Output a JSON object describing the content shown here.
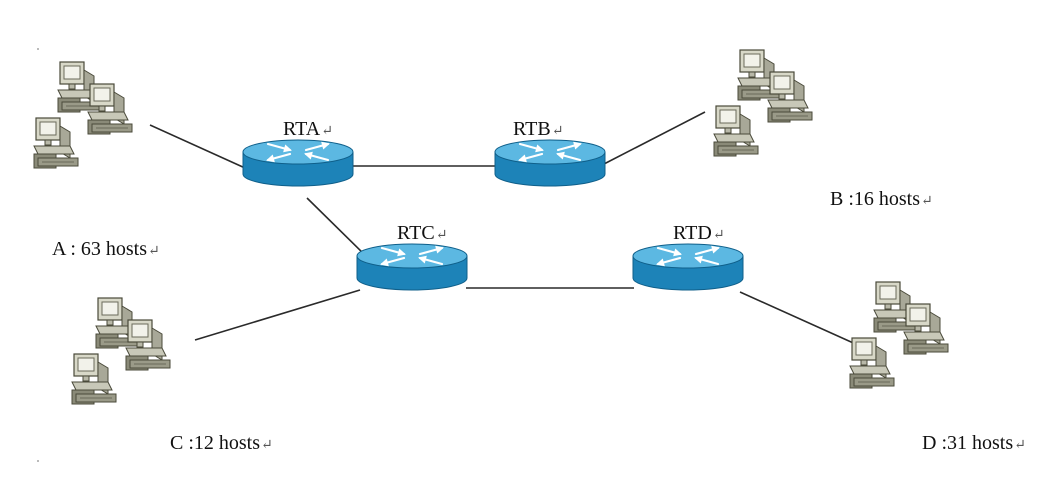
{
  "routers": {
    "rta": {
      "label": "RTA"
    },
    "rtb": {
      "label": "RTB"
    },
    "rtc": {
      "label": "RTC"
    },
    "rtd": {
      "label": "RTD"
    }
  },
  "networks": {
    "a": {
      "label": "A : 63 hosts"
    },
    "b": {
      "label": "B :16 hosts"
    },
    "c": {
      "label": "C :12 hosts"
    },
    "d": {
      "label": "D :31 hosts"
    }
  },
  "return_mark": "↵",
  "colors": {
    "router_body": "#1d83b8",
    "router_top": "#5cb8e2",
    "router_edge": "#0f5f8a",
    "arrow": "#ffffff",
    "link": "#2a2a2a",
    "pc_body": "#d8d8c8",
    "pc_shadow": "#8a8a78",
    "pc_outline": "#4a4a3a"
  }
}
